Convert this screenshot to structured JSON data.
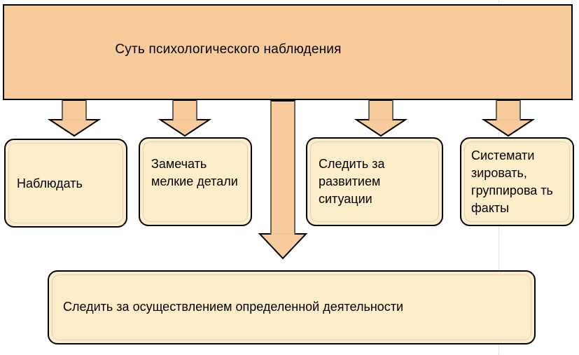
{
  "diagram": {
    "title": "Суть психологического наблюдения",
    "colors": {
      "header_fill": "#f7cb9c",
      "node_fill": "#fdeec9",
      "arrow_fill": "#f7cb9c",
      "border": "#000000",
      "text": "#000000",
      "guide_line": "#c9c9c9"
    },
    "header": {
      "label": "Суть психологического наблюдения"
    },
    "nodes": [
      {
        "id": "node-1",
        "label": "Наблюдать"
      },
      {
        "id": "node-2",
        "label": "Замечать мелкие детали"
      },
      {
        "id": "node-3",
        "label": "Следить за развитием ситуации"
      },
      {
        "id": "node-4",
        "label": "Системати зировать, группирова ть факты"
      }
    ],
    "bottom_node": {
      "label": "Следить за осуществлением определенной деятельности"
    },
    "connectors": [
      {
        "id": "arrow-1",
        "kind": "down-arrow",
        "from": "header",
        "to": "node-1"
      },
      {
        "id": "arrow-2",
        "kind": "down-arrow",
        "from": "header",
        "to": "node-2"
      },
      {
        "id": "arrow-3",
        "kind": "down-arrow",
        "from": "header",
        "to": "node-3"
      },
      {
        "id": "arrow-4",
        "kind": "down-arrow",
        "from": "header",
        "to": "node-4"
      },
      {
        "id": "arrow-big-center",
        "kind": "long-down-arrow",
        "from": "header",
        "to": "bottom-node"
      }
    ]
  }
}
